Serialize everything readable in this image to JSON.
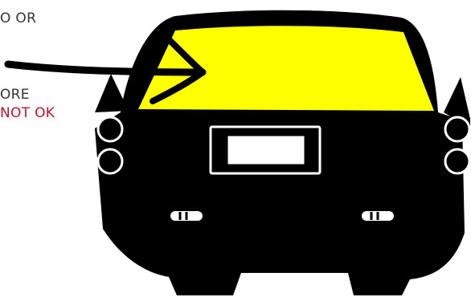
{
  "caption": {
    "line_1": "O OR",
    "line_2": "ORE",
    "line_3": "NOT OK"
  },
  "colors": {
    "text": "#333333",
    "warning_text": "#c8102e",
    "car_body": "#000000",
    "windshield_tint": "#ffff00",
    "plate_fill": "#ffffff"
  },
  "icons": {
    "arrow": "hand-drawn-arrow",
    "car": "car-rear-silhouette"
  }
}
